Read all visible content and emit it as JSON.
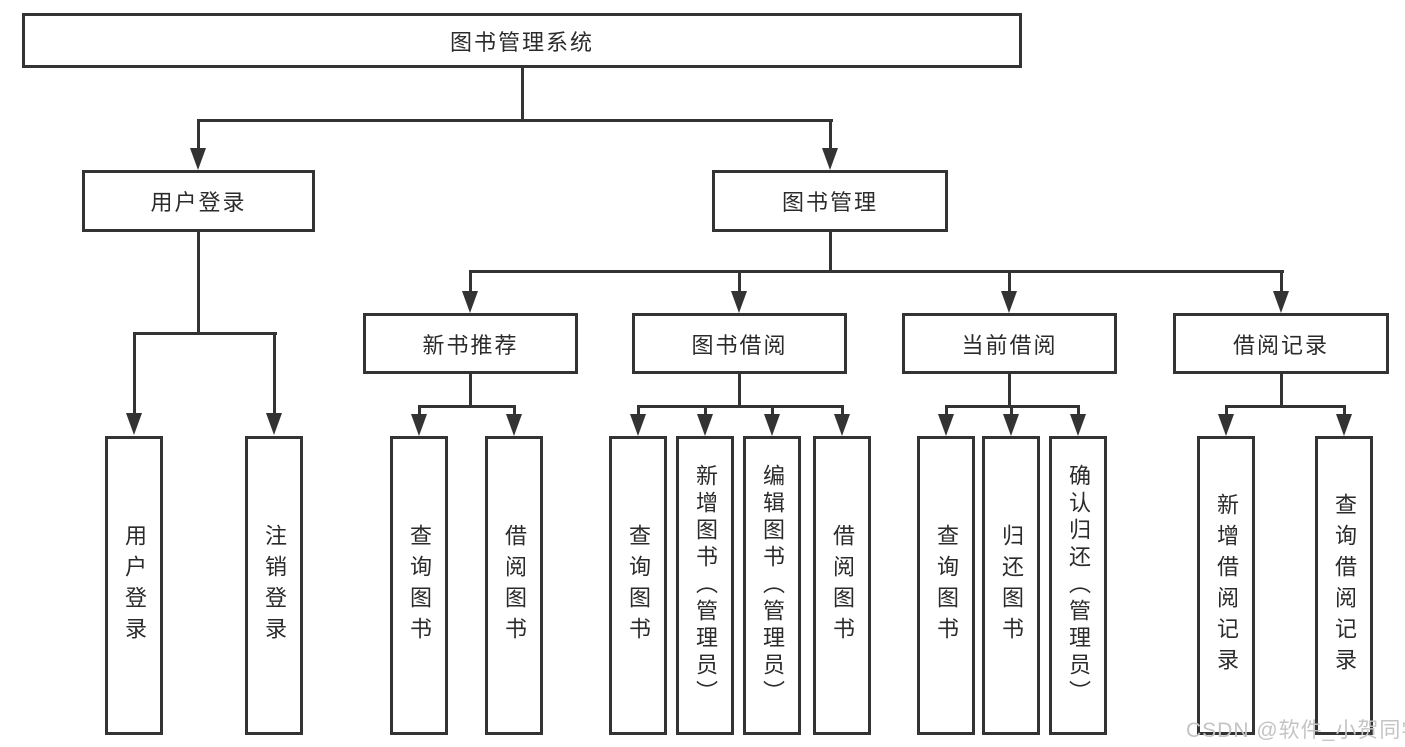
{
  "diagram": {
    "root": {
      "label": "图书管理系统"
    },
    "level2": [
      "用户登录",
      "图书管理"
    ],
    "level3": [
      "新书推荐",
      "图书借阅",
      "当前借阅",
      "借阅记录"
    ],
    "leaves": {
      "user_login": [
        "用户登录",
        "注销登录"
      ],
      "new_book_recommend": [
        "查询图书",
        "借阅图书"
      ],
      "book_borrow": [
        "查询图书",
        "新增图书（管理员）",
        "编辑图书（管理员）",
        "借阅图书"
      ],
      "current_borrow": [
        "查询图书",
        "归还图书",
        "确认归还（管理员）"
      ],
      "borrow_records": [
        "新增借阅记录",
        "查询借阅记录"
      ]
    },
    "watermark": "CSDN @软件_小贺同学",
    "colors": {
      "line": "#333333",
      "text": "#2b2b2b",
      "background": "#ffffff",
      "watermark": "#c4c4c4"
    }
  }
}
